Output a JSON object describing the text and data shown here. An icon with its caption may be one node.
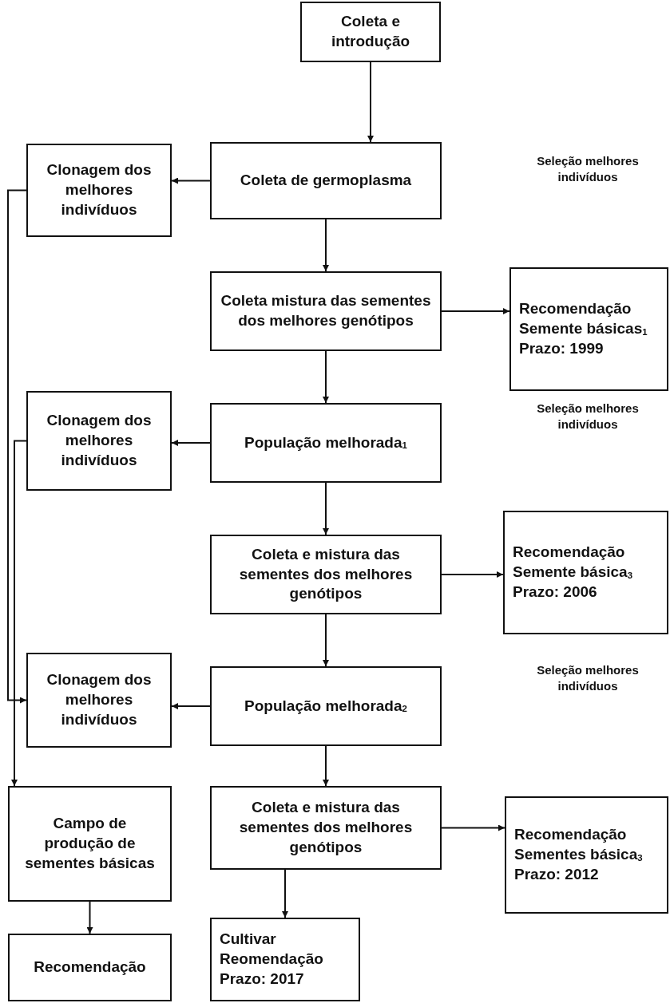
{
  "diagram": {
    "nodes": [
      {
        "text": [
          "Coleta e introdução"
        ]
      },
      {
        "text": [
          "Coleta de germoplasma"
        ]
      },
      {
        "text": [
          "Clonagem dos melhores indivíduos"
        ]
      },
      {
        "text": [
          "Coleta mistura das sementes dos melhores genótipos"
        ]
      },
      {
        "text": [
          "Recomendação",
          "Semente básicas$_{1}$",
          "Prazo: 1999"
        ]
      },
      {
        "text": [
          "Clonagem dos melhores indivíduos"
        ]
      },
      {
        "text": [
          "População melhorada$_{1}$"
        ]
      },
      {
        "text": [
          "Coleta e mistura das sementes dos melhores genótipos"
        ]
      },
      {
        "text": [
          "Recomendação",
          "Semente básica$_{3}$",
          "Prazo: 2006"
        ]
      },
      {
        "text": [
          "Clonagem dos melhores indivíduos"
        ]
      },
      {
        "text": [
          "População melhorada$_{2}$"
        ]
      },
      {
        "text": [
          "Campo de produção de sementes básicas"
        ]
      },
      {
        "text": [
          "Coleta e mistura das sementes dos melhores genótipos"
        ]
      },
      {
        "text": [
          "Recomendação",
          "Sementes básica$_{3}$",
          "Prazo: 2012"
        ]
      },
      {
        "text": [
          "Recomendação"
        ]
      },
      {
        "text": [
          "Cultivar",
          "Reomendação",
          "Prazo: 2017"
        ]
      }
    ],
    "edges": [
      {
        "from": 0,
        "to": 1,
        "arrow": "to"
      },
      {
        "from": 1,
        "to": 2,
        "arrow": "to"
      },
      {
        "from": 1,
        "to": 3,
        "arrow": "to"
      },
      {
        "from": 3,
        "to": 4,
        "arrow": "to"
      },
      {
        "from": 3,
        "to": 6,
        "arrow": "to"
      },
      {
        "from": 6,
        "to": 5,
        "arrow": "to"
      },
      {
        "from": 6,
        "to": 7,
        "arrow": "to"
      },
      {
        "from": 7,
        "to": 8,
        "arrow": "to"
      },
      {
        "from": 7,
        "to": 10,
        "arrow": "to"
      },
      {
        "from": 10,
        "to": 9,
        "arrow": "to"
      },
      {
        "from": 10,
        "to": 12,
        "arrow": "to"
      },
      {
        "from": 12,
        "to": 13,
        "arrow": "to"
      },
      {
        "from": 12,
        "to": 15,
        "arrow": "to"
      },
      {
        "from": 2,
        "to": 9,
        "arrow": "to"
      },
      {
        "from": 5,
        "to": 11,
        "arrow": "to"
      },
      {
        "from": 11,
        "to": 14,
        "arrow": "to"
      }
    ],
    "labels": [
      "Seleção melhores indivíduos",
      "Seleção melhores indivíduos",
      "Seleção melhores indivíduos"
    ]
  }
}
